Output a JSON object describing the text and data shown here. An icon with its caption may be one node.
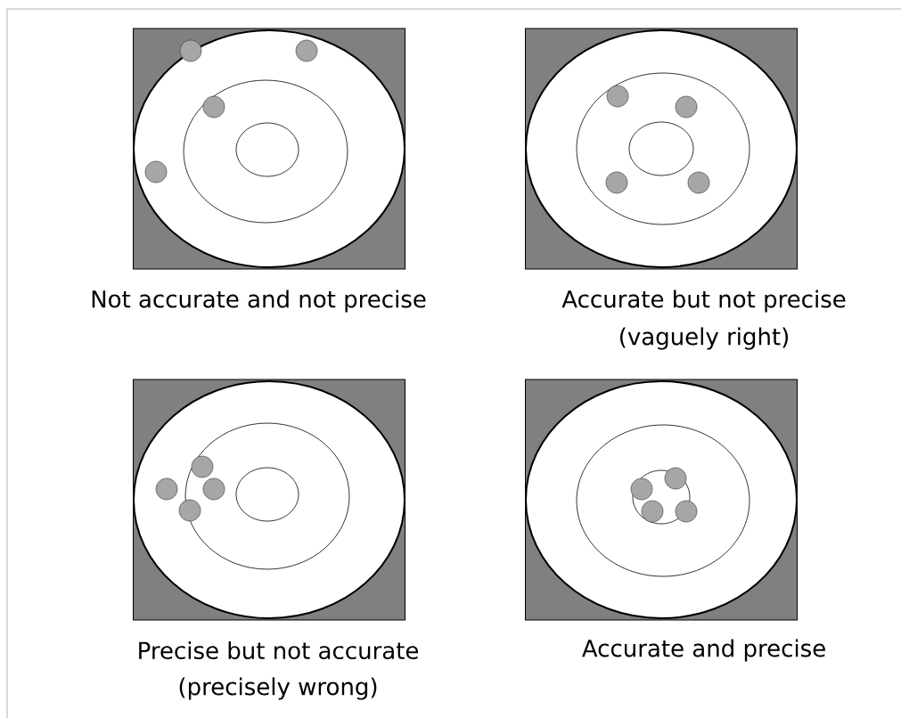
{
  "diagram": {
    "nodes": [
      {
        "text": [],
        "shape": "box"
      },
      {
        "text": [],
        "shape": "box"
      },
      {
        "text": [],
        "shape": "box"
      },
      {
        "text": [],
        "shape": "box"
      }
    ],
    "labels": [
      "Not accurate and not precise",
      "Accurate but not precise",
      "(vaguely right)",
      "Precise but not accurate",
      "(precisely wrong)",
      "Accurate and precise"
    ]
  }
}
